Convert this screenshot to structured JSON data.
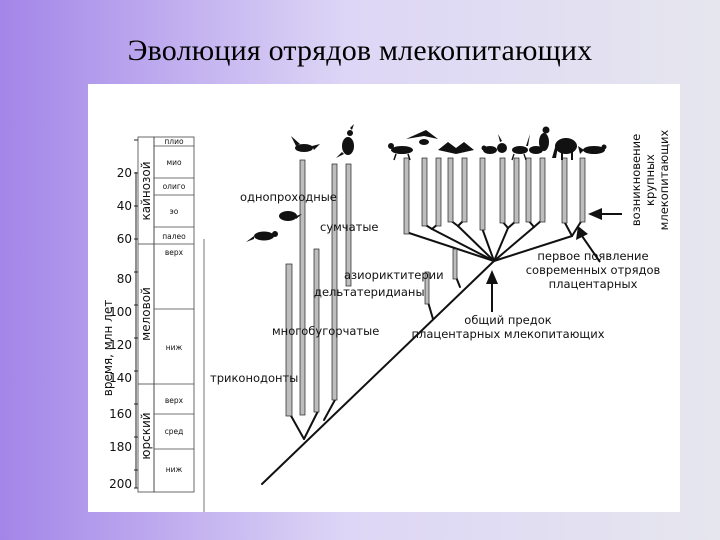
{
  "title": "Эволюция отрядов млекопитающих",
  "timescale": {
    "axis_label": "время, млн лет",
    "ticks": [
      "20",
      "40",
      "60",
      "80",
      "100",
      "120",
      "140",
      "160",
      "180",
      "200"
    ],
    "eras": [
      "кайнозой",
      "меловой",
      "юрский"
    ],
    "stages": {
      "plio": "плио",
      "mio": "мио",
      "oligo": "олиго",
      "eo": "эо",
      "paleo": "палео",
      "upper_k": "верх",
      "lower_k": "ниж",
      "upper_j": "верх",
      "mid_j": "сред",
      "lower_j": "ниж"
    }
  },
  "labels": {
    "monotremes": "однопроходные",
    "marsupials": "сумчатые",
    "asioryctitheria": "азиориктитерии",
    "deltatheridians": "дельтатеридианы",
    "multituberculates": "многобугорчатые",
    "triconodonts": "триконодонты",
    "first_appearance": [
      "первое появление",
      "современных отрядов",
      "плацентарных"
    ],
    "common_ancestor": [
      "общий предок",
      "плацентарных млекопитающих"
    ],
    "large_mammals": [
      "возникновение",
      "крупных",
      "млекопитающих"
    ]
  }
}
